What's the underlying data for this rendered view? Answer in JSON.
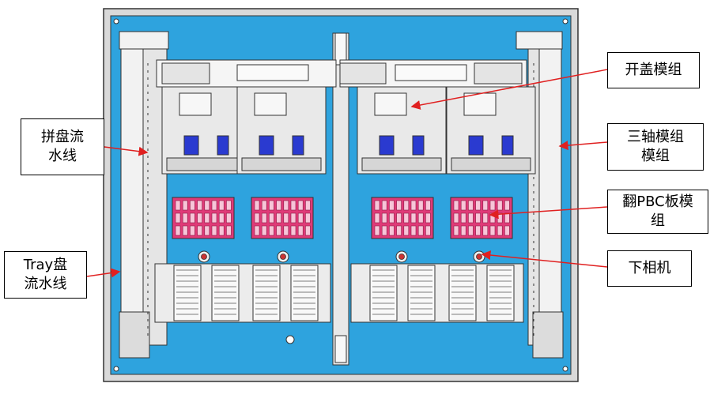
{
  "colors": {
    "panel": "#2ea3de",
    "frame": "#ffffff",
    "rail": "#f2f2f2",
    "module": "#e9e9e9",
    "motor": "#2a3ad0",
    "tray": "#e03a78",
    "arrow": "#e02020",
    "line": "#333333"
  },
  "labels": {
    "pinpan": "拼盘流\n水线",
    "tray": "Tray盘\n流水线",
    "kaigai": "开盖模组",
    "sanzhou": "三轴模组\n模组",
    "fanpbc": "翻PBC板模\n组",
    "xiaxiangji": "下相机"
  }
}
